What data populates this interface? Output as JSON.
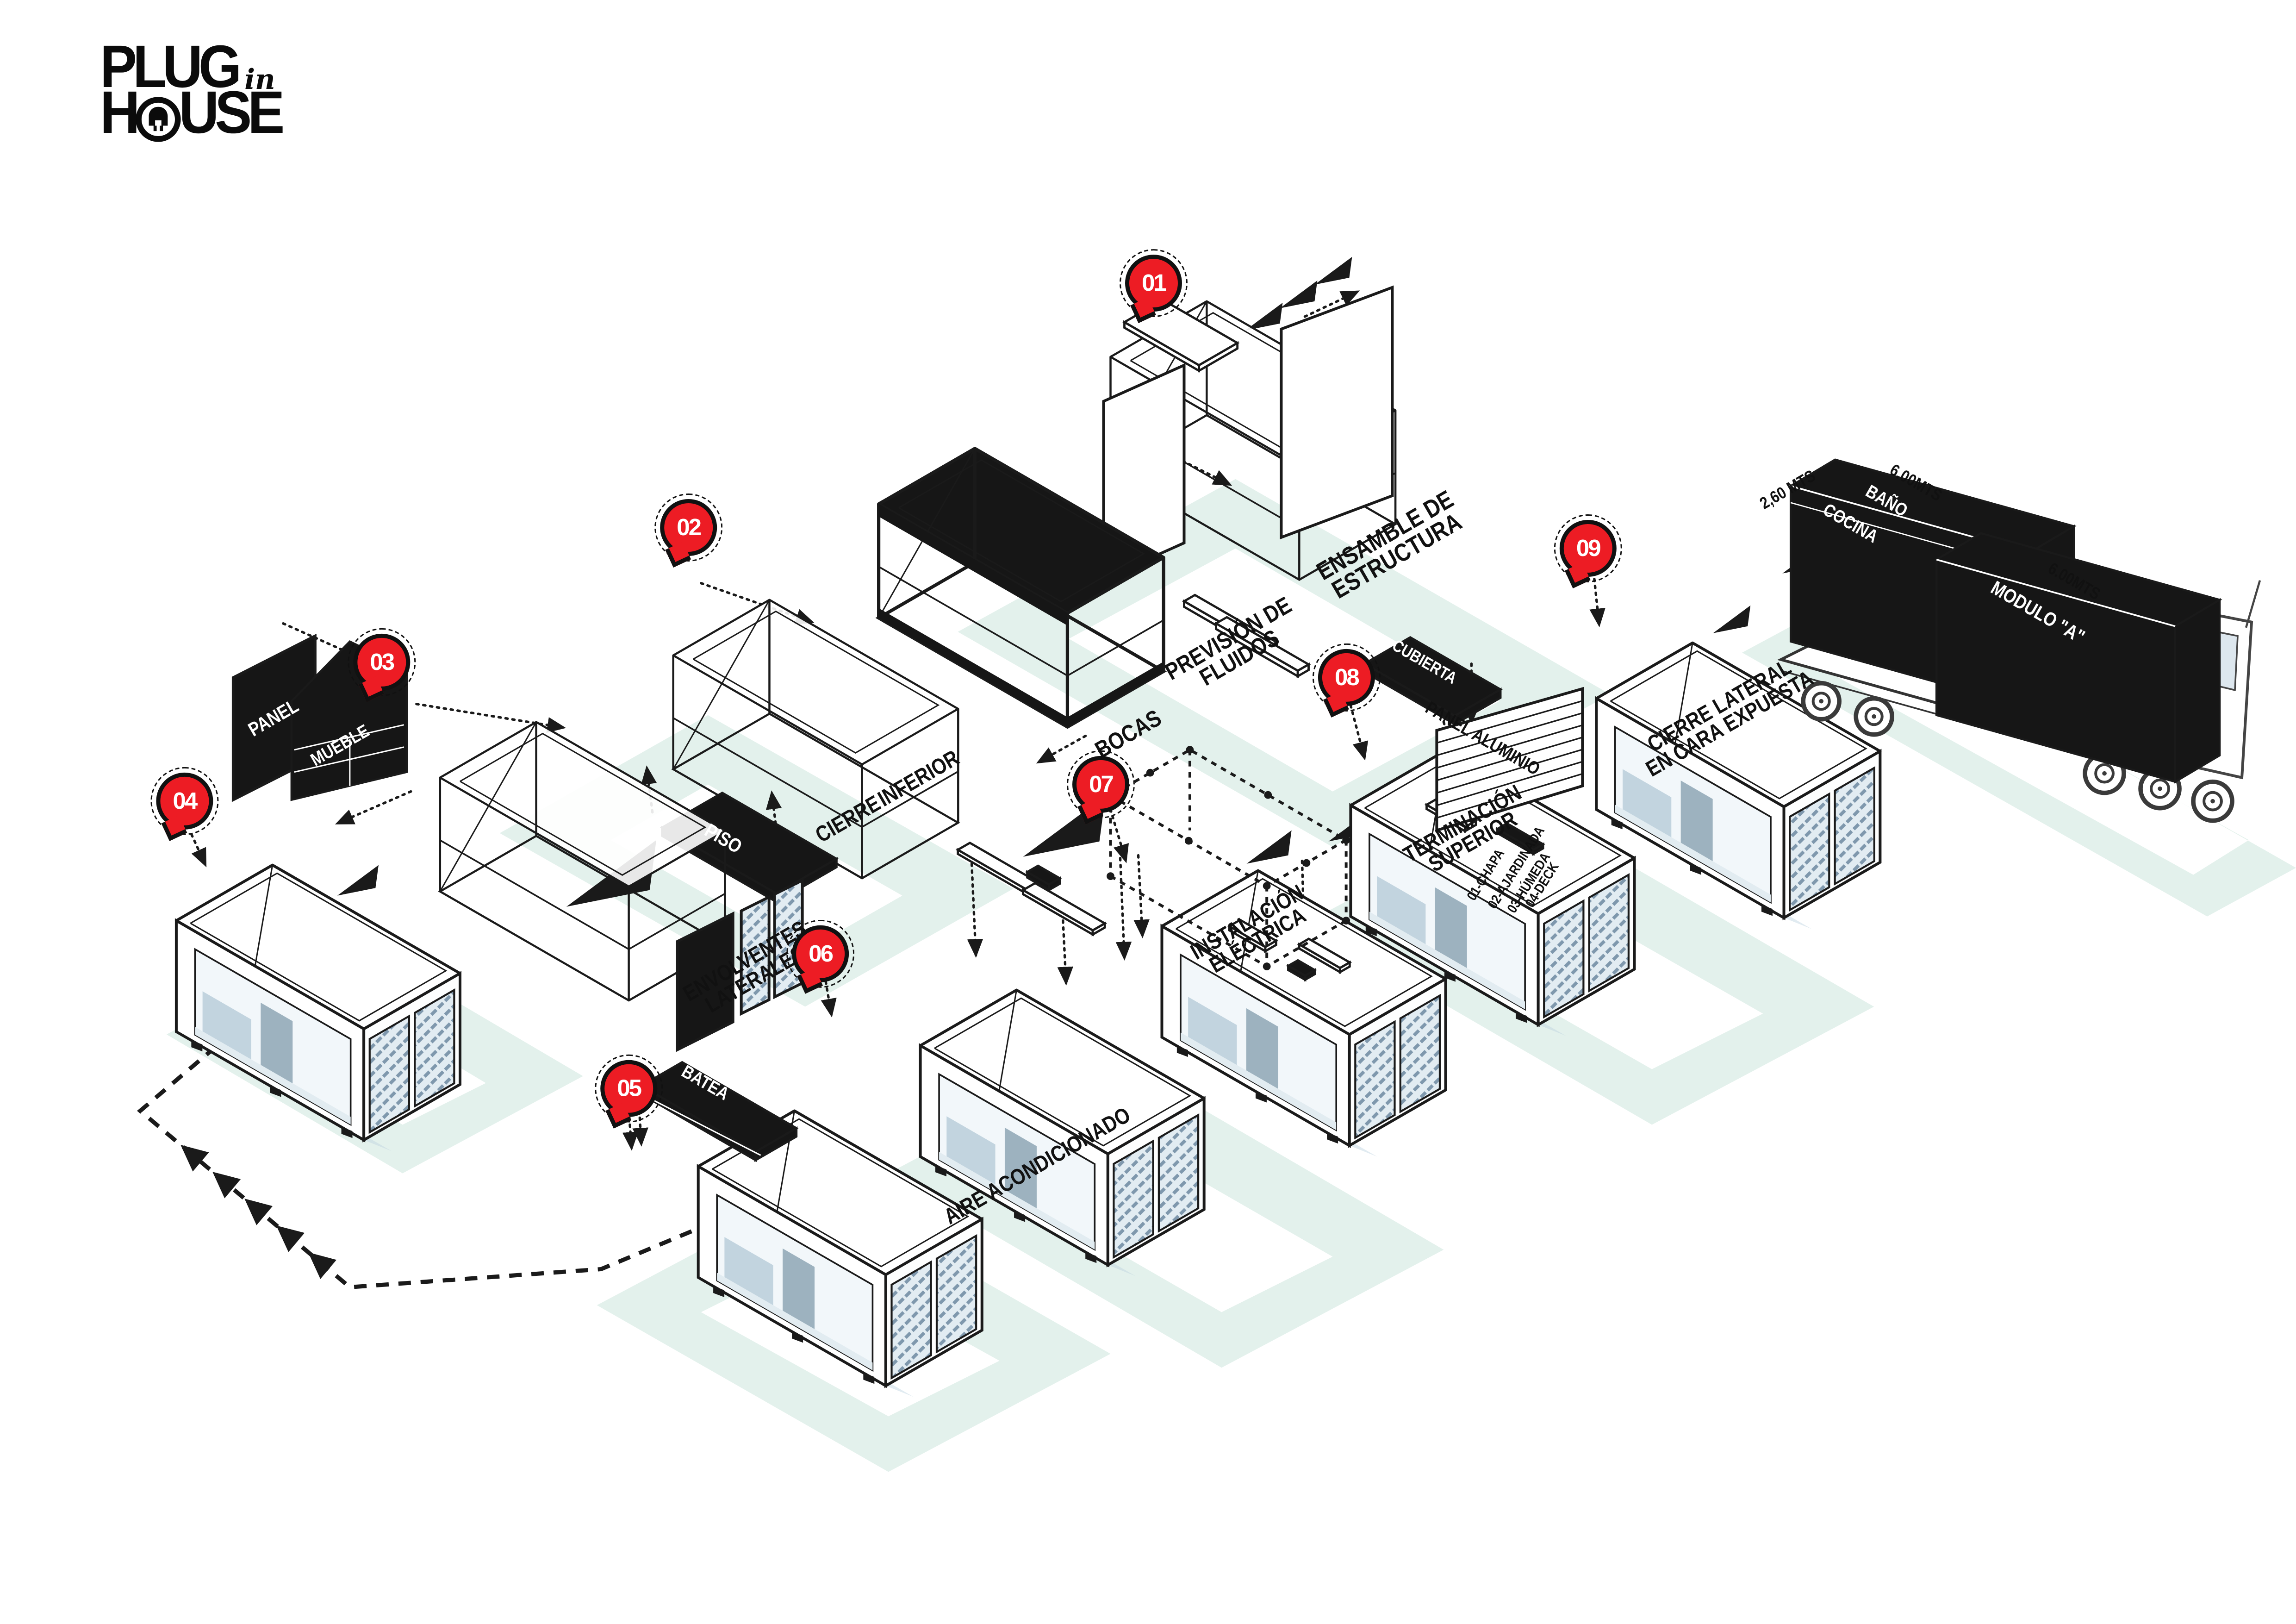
{
  "logo": {
    "plug": "PLUG",
    "in": "in",
    "house_a": "H",
    "house_b": "USE"
  },
  "pins": [
    "01",
    "02",
    "03",
    "04",
    "05",
    "06",
    "07",
    "08",
    "09"
  ],
  "labels": {
    "ensamble": [
      "ENSAMBLE DE",
      "ESTRUCTURA"
    ],
    "prevision": [
      "PREVISIÓN DE",
      "FLUIDOS"
    ],
    "cierre_inferior": [
      "CIERRE INFERIOR"
    ],
    "piso": [
      "PISO"
    ],
    "panel": [
      "PANEL"
    ],
    "mueble": [
      "MUEBLE"
    ],
    "envolventes": [
      "ENVOLVENTES",
      "LATERALES"
    ],
    "batea": [
      "BATEA"
    ],
    "aire": [
      "AIRE ACONDICIONADO"
    ],
    "bocas": [
      "BOCAS"
    ],
    "instalacion": [
      "INSTALACIÓN",
      "ELÉCTRICA"
    ],
    "cubierta": [
      "CUBIERTA"
    ],
    "panel_aluminio": [
      "PANEL ALUMINIO"
    ],
    "terminacion": [
      "TERMINACIÓN",
      "SUPERIOR"
    ],
    "terminacion_items": [
      "01-CHAPA",
      "02-AJARDINADA",
      "03-HÚMEDA",
      "04-DECK"
    ],
    "cierre_lateral": [
      "CIERRE LATERAL",
      "EN CARA EXPUESTA"
    ]
  },
  "truck": {
    "dim_ancho": "2,60 MTS",
    "banio": "BAÑO",
    "cocina": "COCINA",
    "dim_largo1": "6.00MTS",
    "modulo": "MODULO \"A\"",
    "dim_largo2": "6.00MTS"
  },
  "colors": {
    "accent": "#ED1C24",
    "ink": "#1A1A1A",
    "shadow": "#E3F1EC",
    "hatch": "#7F98AD"
  }
}
